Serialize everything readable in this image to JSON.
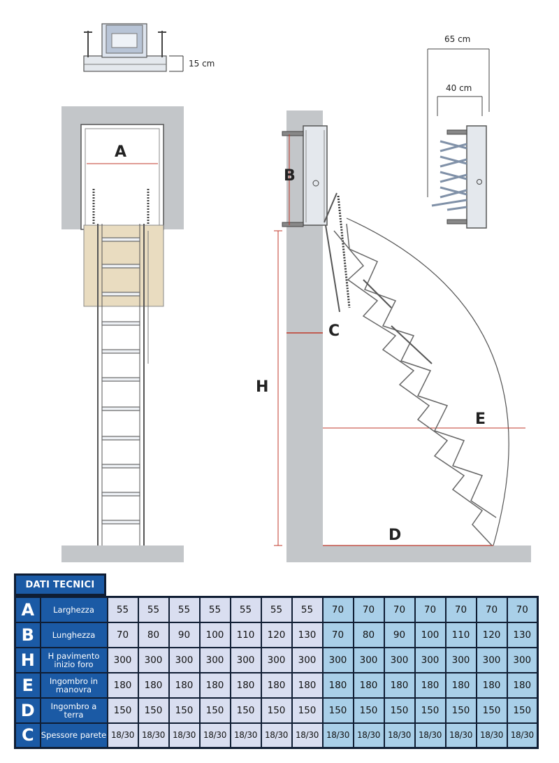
{
  "dimensions": {
    "top_view_height": "15 cm",
    "overall_width": "65 cm",
    "inner_width": "40 cm"
  },
  "labels": {
    "A": "A",
    "B": "B",
    "C": "C",
    "H": "H",
    "E": "E",
    "D": "D"
  },
  "table": {
    "title": "DATI TECNICI",
    "rows": [
      {
        "letter": "A",
        "description": "Larghezza",
        "values": [
          "55",
          "55",
          "55",
          "55",
          "55",
          "55",
          "55",
          "70",
          "70",
          "70",
          "70",
          "70",
          "70",
          "70"
        ]
      },
      {
        "letter": "B",
        "description": "Lunghezza",
        "values": [
          "70",
          "80",
          "90",
          "100",
          "110",
          "120",
          "130",
          "70",
          "80",
          "90",
          "100",
          "110",
          "120",
          "130"
        ]
      },
      {
        "letter": "H",
        "description": "H pavimento inizio foro",
        "values": [
          "300",
          "300",
          "300",
          "300",
          "300",
          "300",
          "300",
          "300",
          "300",
          "300",
          "300",
          "300",
          "300",
          "300"
        ]
      },
      {
        "letter": "E",
        "description": "Ingombro in manovra",
        "values": [
          "180",
          "180",
          "180",
          "180",
          "180",
          "180",
          "180",
          "180",
          "180",
          "180",
          "180",
          "180",
          "180",
          "180"
        ]
      },
      {
        "letter": "D",
        "description": "Ingombro a terra",
        "values": [
          "150",
          "150",
          "150",
          "150",
          "150",
          "150",
          "150",
          "150",
          "150",
          "150",
          "150",
          "150",
          "150",
          "150"
        ]
      },
      {
        "letter": "C",
        "description": "Spessore parete",
        "values": [
          "18/30",
          "18/30",
          "18/30",
          "18/30",
          "18/30",
          "18/30",
          "18/30",
          "18/30",
          "18/30",
          "18/30",
          "18/30",
          "18/30",
          "18/30",
          "18/30"
        ]
      }
    ]
  },
  "colors": {
    "header_blue": "#1b5aa5",
    "group1_cell": "#d9def0",
    "group2_cell": "#a9cfe8",
    "wall_gray": "#c3c6c9",
    "hatch_panel": "#e9dcc0",
    "dimension_red": "#c0392b"
  }
}
